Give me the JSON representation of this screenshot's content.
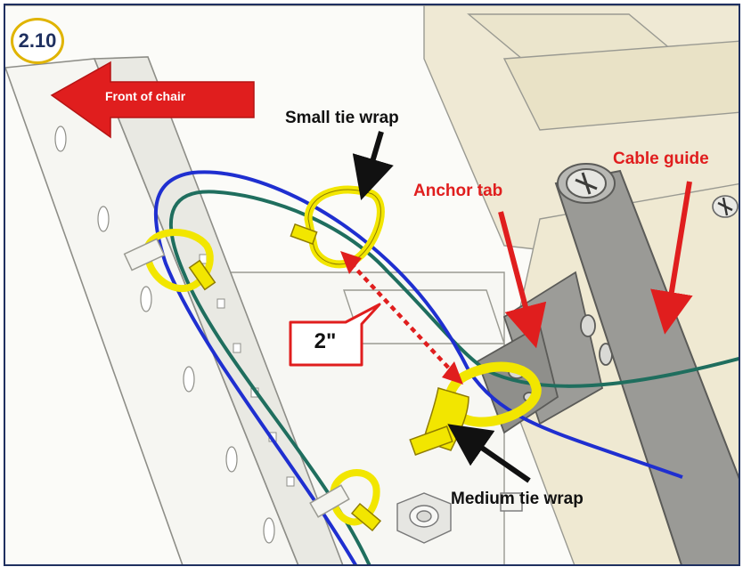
{
  "step": "2.10",
  "labels": {
    "front_of_chair": "Front of chair",
    "small_tie_wrap": "Small tie wrap",
    "anchor_tab": "Anchor tab",
    "cable_guide": "Cable guide",
    "dimension": "2\"",
    "medium_tie_wrap": "Medium tie wrap"
  },
  "colors": {
    "frame_border": "#1f3060",
    "callout_red": "#e01e1e",
    "tie_wrap_yellow": "#f2e600",
    "blue_wire": "#1f2fd0",
    "green_wire": "#1f6e5e",
    "badge_ring": "#e0b400"
  },
  "icons": {
    "front_arrow": "left-arrow",
    "screws": "phillips-screw",
    "nut": "hex-nut"
  }
}
